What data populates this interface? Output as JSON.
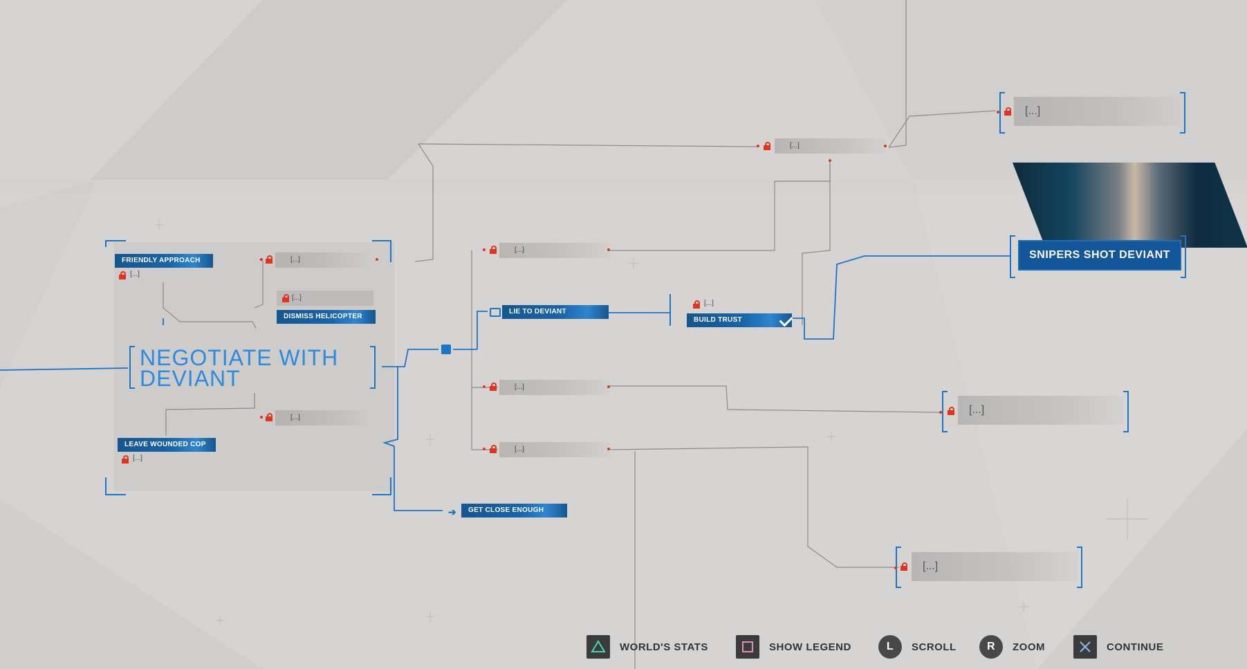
{
  "root": {
    "title_line1": "NEGOTIATE WITH",
    "title_line2": "DEVIANT"
  },
  "nodes": {
    "friendly_approach": "FRIENDLY APPROACH",
    "friendly_locked": "[...]",
    "dismiss_helicopter": "DISMISS HELICOPTER",
    "dismiss_locked": "[...]",
    "top_locked_a": "[...]",
    "leave_wounded_cop": "LEAVE WOUNDED COP",
    "leave_locked": "[...]",
    "mid_locked_a": "[...]",
    "lie_to_deviant": "LIE TO DEVIANT",
    "build_trust": "BUILD TRUST",
    "build_locked": "[...]",
    "mid_locked_b": "[...]",
    "mid_locked_c": "[...]",
    "mid_locked_d": "[...]",
    "get_close_enough": "GET CLOSE ENOUGH",
    "top_right_locked": "[...]",
    "far_top_locked": "[...]",
    "snipers_shot_deviant": "SNIPERS SHOT DEVIANT",
    "right_locked_a": "[...]",
    "right_locked_b": "[...]"
  },
  "footer": {
    "worlds_stats": "WORLD'S STATS",
    "show_legend": "SHOW LEGEND",
    "scroll": "SCROLL",
    "zoom": "ZOOM",
    "continue": "CONTINUE",
    "scroll_key": "L",
    "zoom_key": "R"
  },
  "colors": {
    "accent_blue": "#1b74c4",
    "node_blue": "#15568f",
    "lock_red": "#e2331f",
    "background": "#d6d4d2"
  }
}
